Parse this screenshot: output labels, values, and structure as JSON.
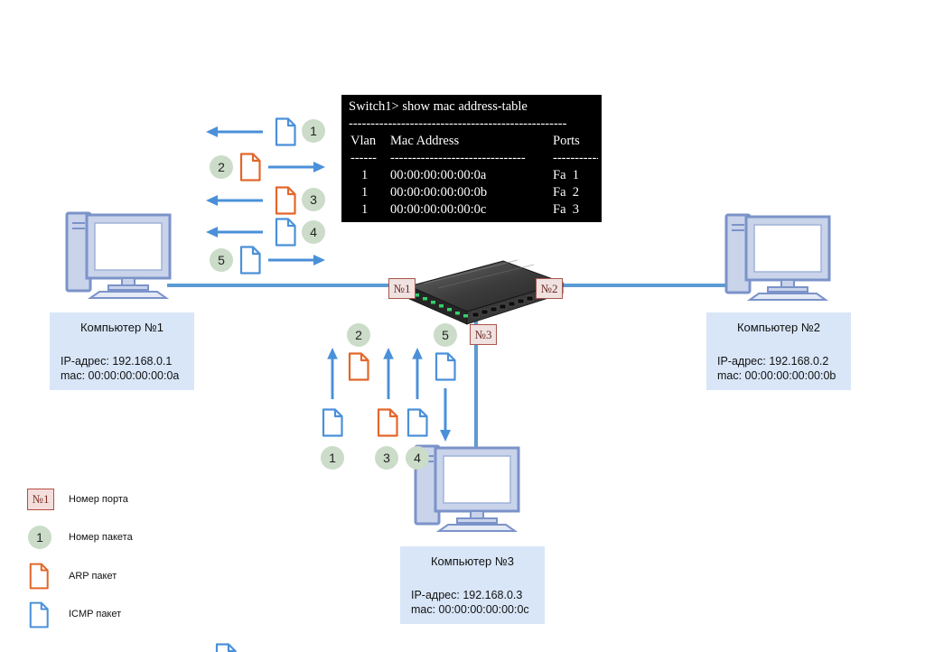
{
  "terminal": {
    "title": "Switch1> show mac address-table",
    "divider": "--------------------------------------------------",
    "headers": {
      "vlan": "Vlan",
      "mac": "Mac Address",
      "ports": "Ports"
    },
    "subdivider": {
      "vlan": "------",
      "mac": "-------------------------------",
      "ports": "-----------"
    },
    "rows": [
      {
        "vlan": "1",
        "mac": "00:00:00:00:00:0a",
        "port": "Fa  1"
      },
      {
        "vlan": "1",
        "mac": "00:00:00:00:00:0b",
        "port": "Fa  2"
      },
      {
        "vlan": "1",
        "mac": "00:00:00:00:00:0c",
        "port": "Fa  3"
      }
    ]
  },
  "computers": {
    "pc1": {
      "title": "Компьютер №1",
      "ip": "IP-адрес: 192.168.0.1",
      "mac": "mac: 00:00:00:00:00:0a"
    },
    "pc2": {
      "title": "Компьютер №2",
      "ip": "IP-адрес: 192.168.0.2",
      "mac": "mac: 00:00:00:00:00:0b"
    },
    "pc3": {
      "title": "Компьютер №3",
      "ip": "IP-адрес: 192.168.0.3",
      "mac": "mac: 00:00:00:00:00:0c"
    }
  },
  "ports": {
    "p1": "№1",
    "p2": "№2",
    "p3": "№3"
  },
  "packets": {
    "n1": "1",
    "n2": "2",
    "n3": "3",
    "n4": "4",
    "n5": "5"
  },
  "legend": {
    "port_sample": "№1",
    "port_label": "Номер порта",
    "packet_sample": "1",
    "packet_label": "Номер пакета",
    "arp_label": "ARP пакет",
    "icmp_label": "ICMP пакет"
  },
  "colors": {
    "arrow": "#4a90d9",
    "arp": "#e2672a",
    "icmp": "#4a90d9",
    "packet_circle": "#cbdcc9",
    "label_box": "#d9e6f8"
  }
}
